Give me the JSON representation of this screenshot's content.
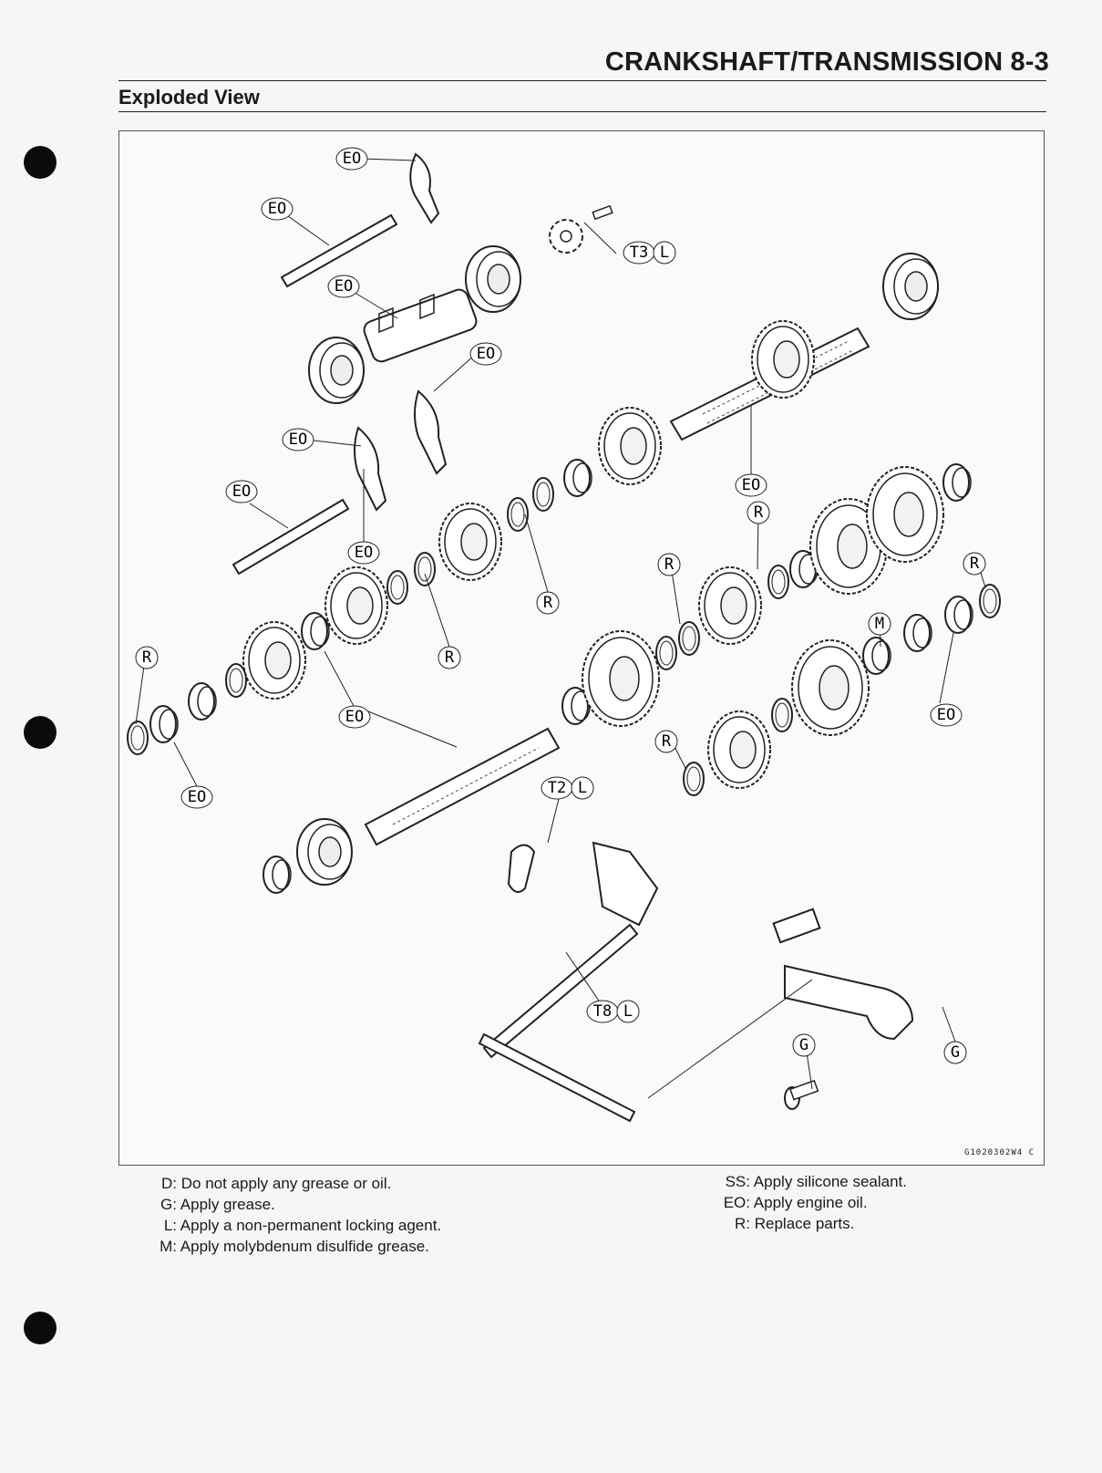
{
  "header": {
    "title": "CRANKSHAFT/TRANSMISSION 8-3"
  },
  "section": {
    "title": "Exploded View"
  },
  "figure": {
    "code": "G1020302W4 C",
    "labels": {
      "eo": "EO",
      "r": "R",
      "m": "M",
      "g": "G",
      "t3l_t": "T3",
      "t3l_l": "L",
      "t2l_t": "T2",
      "t2l_l": "L",
      "t8l_t": "T8",
      "t8l_l": "L"
    }
  },
  "legend": {
    "left": [
      {
        "code": "D:",
        "text": "Do not apply any grease or oil."
      },
      {
        "code": "G:",
        "text": "Apply grease."
      },
      {
        "code": "L:",
        "text": "Apply a non-permanent locking agent."
      },
      {
        "code": "M:",
        "text": "Apply molybdenum disulfide grease."
      }
    ],
    "right": [
      {
        "code": "SS:",
        "text": "Apply silicone sealant."
      },
      {
        "code": "EO:",
        "text": "Apply engine oil."
      },
      {
        "code": "R:",
        "text": "Replace parts."
      }
    ]
  }
}
